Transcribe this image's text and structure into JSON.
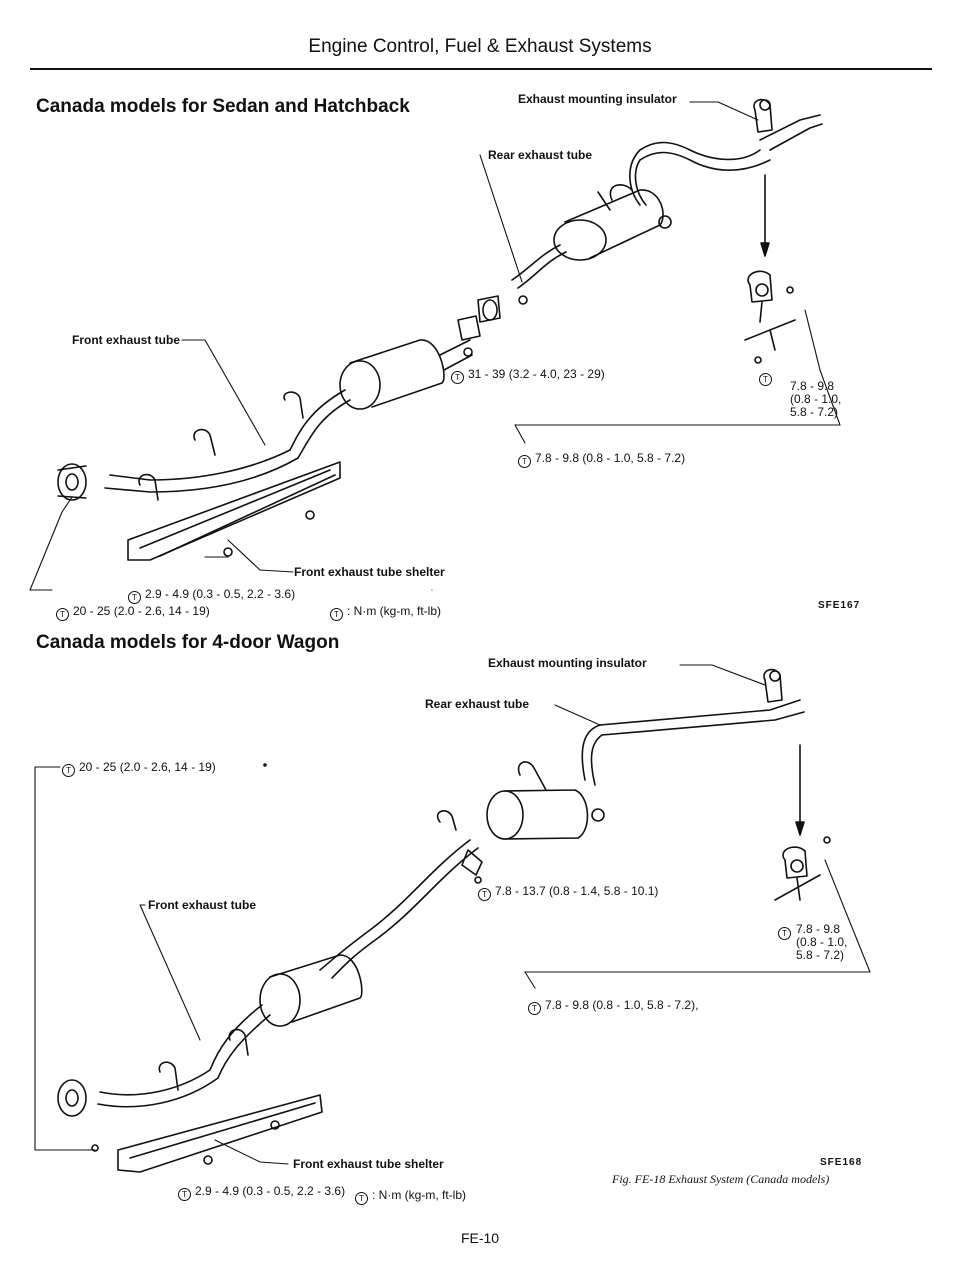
{
  "header": "Engine Control, Fuel & Exhaust Systems",
  "torque_symbol": "T",
  "diagram1": {
    "title": "Canada models for Sedan and Hatchback",
    "labels": {
      "exhaust_mounting_insulator": "Exhaust mounting insulator",
      "rear_exhaust_tube": "Rear exhaust tube",
      "front_exhaust_tube": "Front exhaust tube",
      "front_exhaust_tube_shelter": "Front exhaust tube shelter"
    },
    "torques": {
      "t_center": "31 - 39 (3.2 - 4.0, 23 - 29)",
      "t_mount_line1": "7.8 - 9.8",
      "t_mount_line2": "(0.8 - 1.0,",
      "t_mount_line3": "5.8 - 7.2)",
      "t_mount_bottom": "7.8 - 9.8 (0.8 - 1.0, 5.8 - 7.2)",
      "t_shelter": "2.9 - 4.9 (0.3 - 0.5, 2.2 - 3.6)",
      "t_manifold": "20 - 25 (2.0 - 2.6, 14 - 19)"
    },
    "legend": ": N·m (kg-m, ft-lb)",
    "code": "SFE167"
  },
  "diagram2": {
    "title": "Canada models for 4-door Wagon",
    "labels": {
      "exhaust_mounting_insulator": "Exhaust mounting insulator",
      "rear_exhaust_tube": "Rear exhaust tube",
      "front_exhaust_tube": "Front exhaust tube",
      "front_exhaust_tube_shelter": "Front exhaust tube shelter"
    },
    "torques": {
      "t_manifold": "20 - 25 (2.0 - 2.6, 14 - 19)",
      "t_center": "7.8 - 13.7 (0.8 - 1.4, 5.8 - 10.1)",
      "t_mount_line1": "7.8 - 9.8",
      "t_mount_line2": "(0.8 - 1.0,",
      "t_mount_line3": "5.8 - 7.2)",
      "t_mount_bottom": "7.8 - 9.8 (0.8 - 1.0, 5.8 - 7.2),",
      "t_shelter": "2.9 - 4.9 (0.3 - 0.5, 2.2 - 3.6)"
    },
    "legend": ": N·m (kg-m, ft-lb)",
    "code": "SFE168",
    "caption": "Fig. FE-18 Exhaust System (Canada models)"
  },
  "page_number": "FE-10"
}
